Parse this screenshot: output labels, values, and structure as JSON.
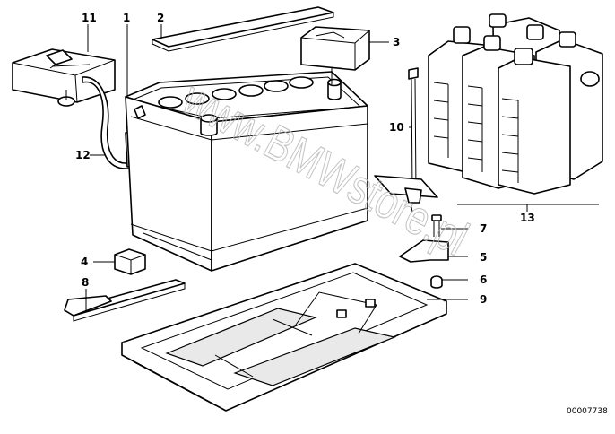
{
  "diagram": {
    "doc_id": "00007738",
    "watermark": "www.BMWstore.pl",
    "callouts": [
      "1",
      "2",
      "3",
      "4",
      "5",
      "6",
      "7",
      "8",
      "9",
      "10",
      "11",
      "12",
      "13"
    ]
  }
}
